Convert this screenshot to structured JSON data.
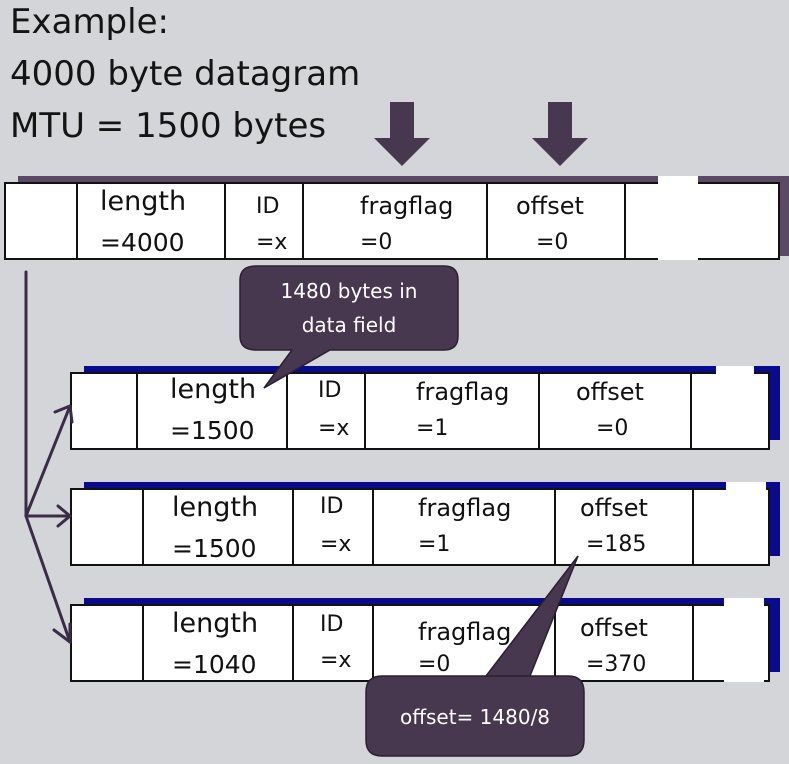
{
  "title": {
    "line1": "Example:",
    "line2": "4000 byte datagram",
    "line3": "MTU = 1500 bytes"
  },
  "datagram": {
    "length_label": "length",
    "length_value": "=4000",
    "id_label": "ID",
    "id_value": "=x",
    "fragflag_label": "fragflag",
    "fragflag_value": "=0",
    "offset_label": "offset",
    "offset_value": "=0"
  },
  "fragments": [
    {
      "length_label": "length",
      "length_value": "=1500",
      "id_label": "ID",
      "id_value": "=x",
      "fragflag_label": "fragflag",
      "fragflag_value": "=1",
      "offset_label": "offset",
      "offset_value": "=0"
    },
    {
      "length_label": "length",
      "length_value": "=1500",
      "id_label": "ID",
      "id_value": "=x",
      "fragflag_label": "fragflag",
      "fragflag_value": "=1",
      "offset_label": "offset",
      "offset_value": "=185"
    },
    {
      "length_label": "length",
      "length_value": "=1040",
      "id_label": "ID",
      "id_value": "=x",
      "fragflag_label": "fragflag",
      "fragflag_value": "=0",
      "offset_label": "offset",
      "offset_value": "=370"
    }
  ],
  "callouts": {
    "data_field_line1": "1480 bytes in",
    "data_field_line2": "data field",
    "offset_note": "offset= 1480/8"
  },
  "colors": {
    "background": "#d4d5d9",
    "callout_fill": "#47374f",
    "datagram_shadow": "#5b4a66",
    "fragment_shadow": "#0a0a8c",
    "arrow_fill": "#47374f"
  }
}
